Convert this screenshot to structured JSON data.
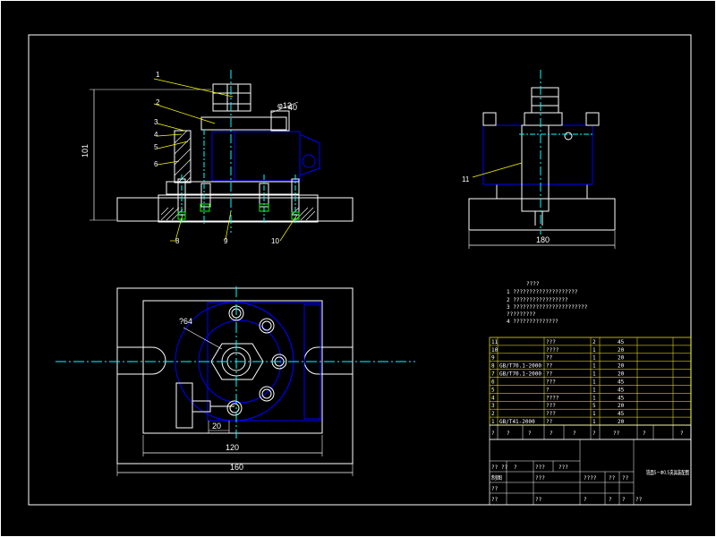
{
  "colors": {
    "background": "#000000",
    "outline": "#ffffff",
    "part": "#0000ff",
    "center_line": "#00ffff",
    "leader": "#ffff00",
    "dimension": "#ffffff"
  },
  "front_view": {
    "dim_height": "101",
    "dim_dia": "φ12",
    "dim_pitch": "40",
    "callouts": [
      "1",
      "2",
      "3",
      "4",
      "5",
      "6",
      "8",
      "9",
      "10"
    ]
  },
  "side_view": {
    "callout": "11",
    "dim_width": "180"
  },
  "top_view": {
    "dim_dia": "?64",
    "dim_20": "20",
    "dim_120": "120",
    "dim_160": "160"
  },
  "tech_notes": {
    "title": "????",
    "lines": [
      "1 ????????????????????",
      "2 ?????????????????",
      "3 ???????????????????????",
      "  ?????????",
      "4 ??????????????"
    ]
  },
  "bom": {
    "rows": [
      {
        "no": "11",
        "std": "",
        "name": "???",
        "qty": "2",
        "mat": "45"
      },
      {
        "no": "10",
        "std": "",
        "name": "????",
        "qty": "1",
        "mat": "20"
      },
      {
        "no": "9",
        "std": "",
        "name": "??",
        "qty": "1",
        "mat": "20"
      },
      {
        "no": "8",
        "std": "GB/T70.1-2000",
        "name": "??",
        "qty": "1",
        "mat": "20"
      },
      {
        "no": "7",
        "std": "GB/T70.1-2000",
        "name": "??",
        "qty": "1",
        "mat": "20"
      },
      {
        "no": "6",
        "std": "",
        "name": "???",
        "qty": "1",
        "mat": "45"
      },
      {
        "no": "5",
        "std": "",
        "name": "?",
        "qty": "1",
        "mat": "45"
      },
      {
        "no": "4",
        "std": "",
        "name": "????",
        "qty": "1",
        "mat": "45"
      },
      {
        "no": "3",
        "std": "",
        "name": "???",
        "qty": "5",
        "mat": "20"
      },
      {
        "no": "2",
        "std": "",
        "name": "???",
        "qty": "1",
        "mat": "45"
      },
      {
        "no": "1",
        "std": "GB/T41-2000",
        "name": "??",
        "qty": "1",
        "mat": "20"
      }
    ],
    "header": [
      "?",
      "?",
      "?",
      "?",
      "?",
      "?",
      "??",
      "?",
      "?"
    ]
  },
  "title_block": {
    "drawing_title": "铣面5－Φ0.5夹具装配图",
    "r1": [
      "??",
      "??",
      "?",
      "???",
      "???"
    ],
    "r2_label": "制图",
    "r3": [
      "??",
      "???"
    ],
    "r4": [
      "??"
    ],
    "r5": [
      "??"
    ],
    "right_cells": [
      "????",
      "??",
      "??"
    ],
    "bottom_cells": [
      "?",
      "?",
      "?",
      "??"
    ]
  }
}
